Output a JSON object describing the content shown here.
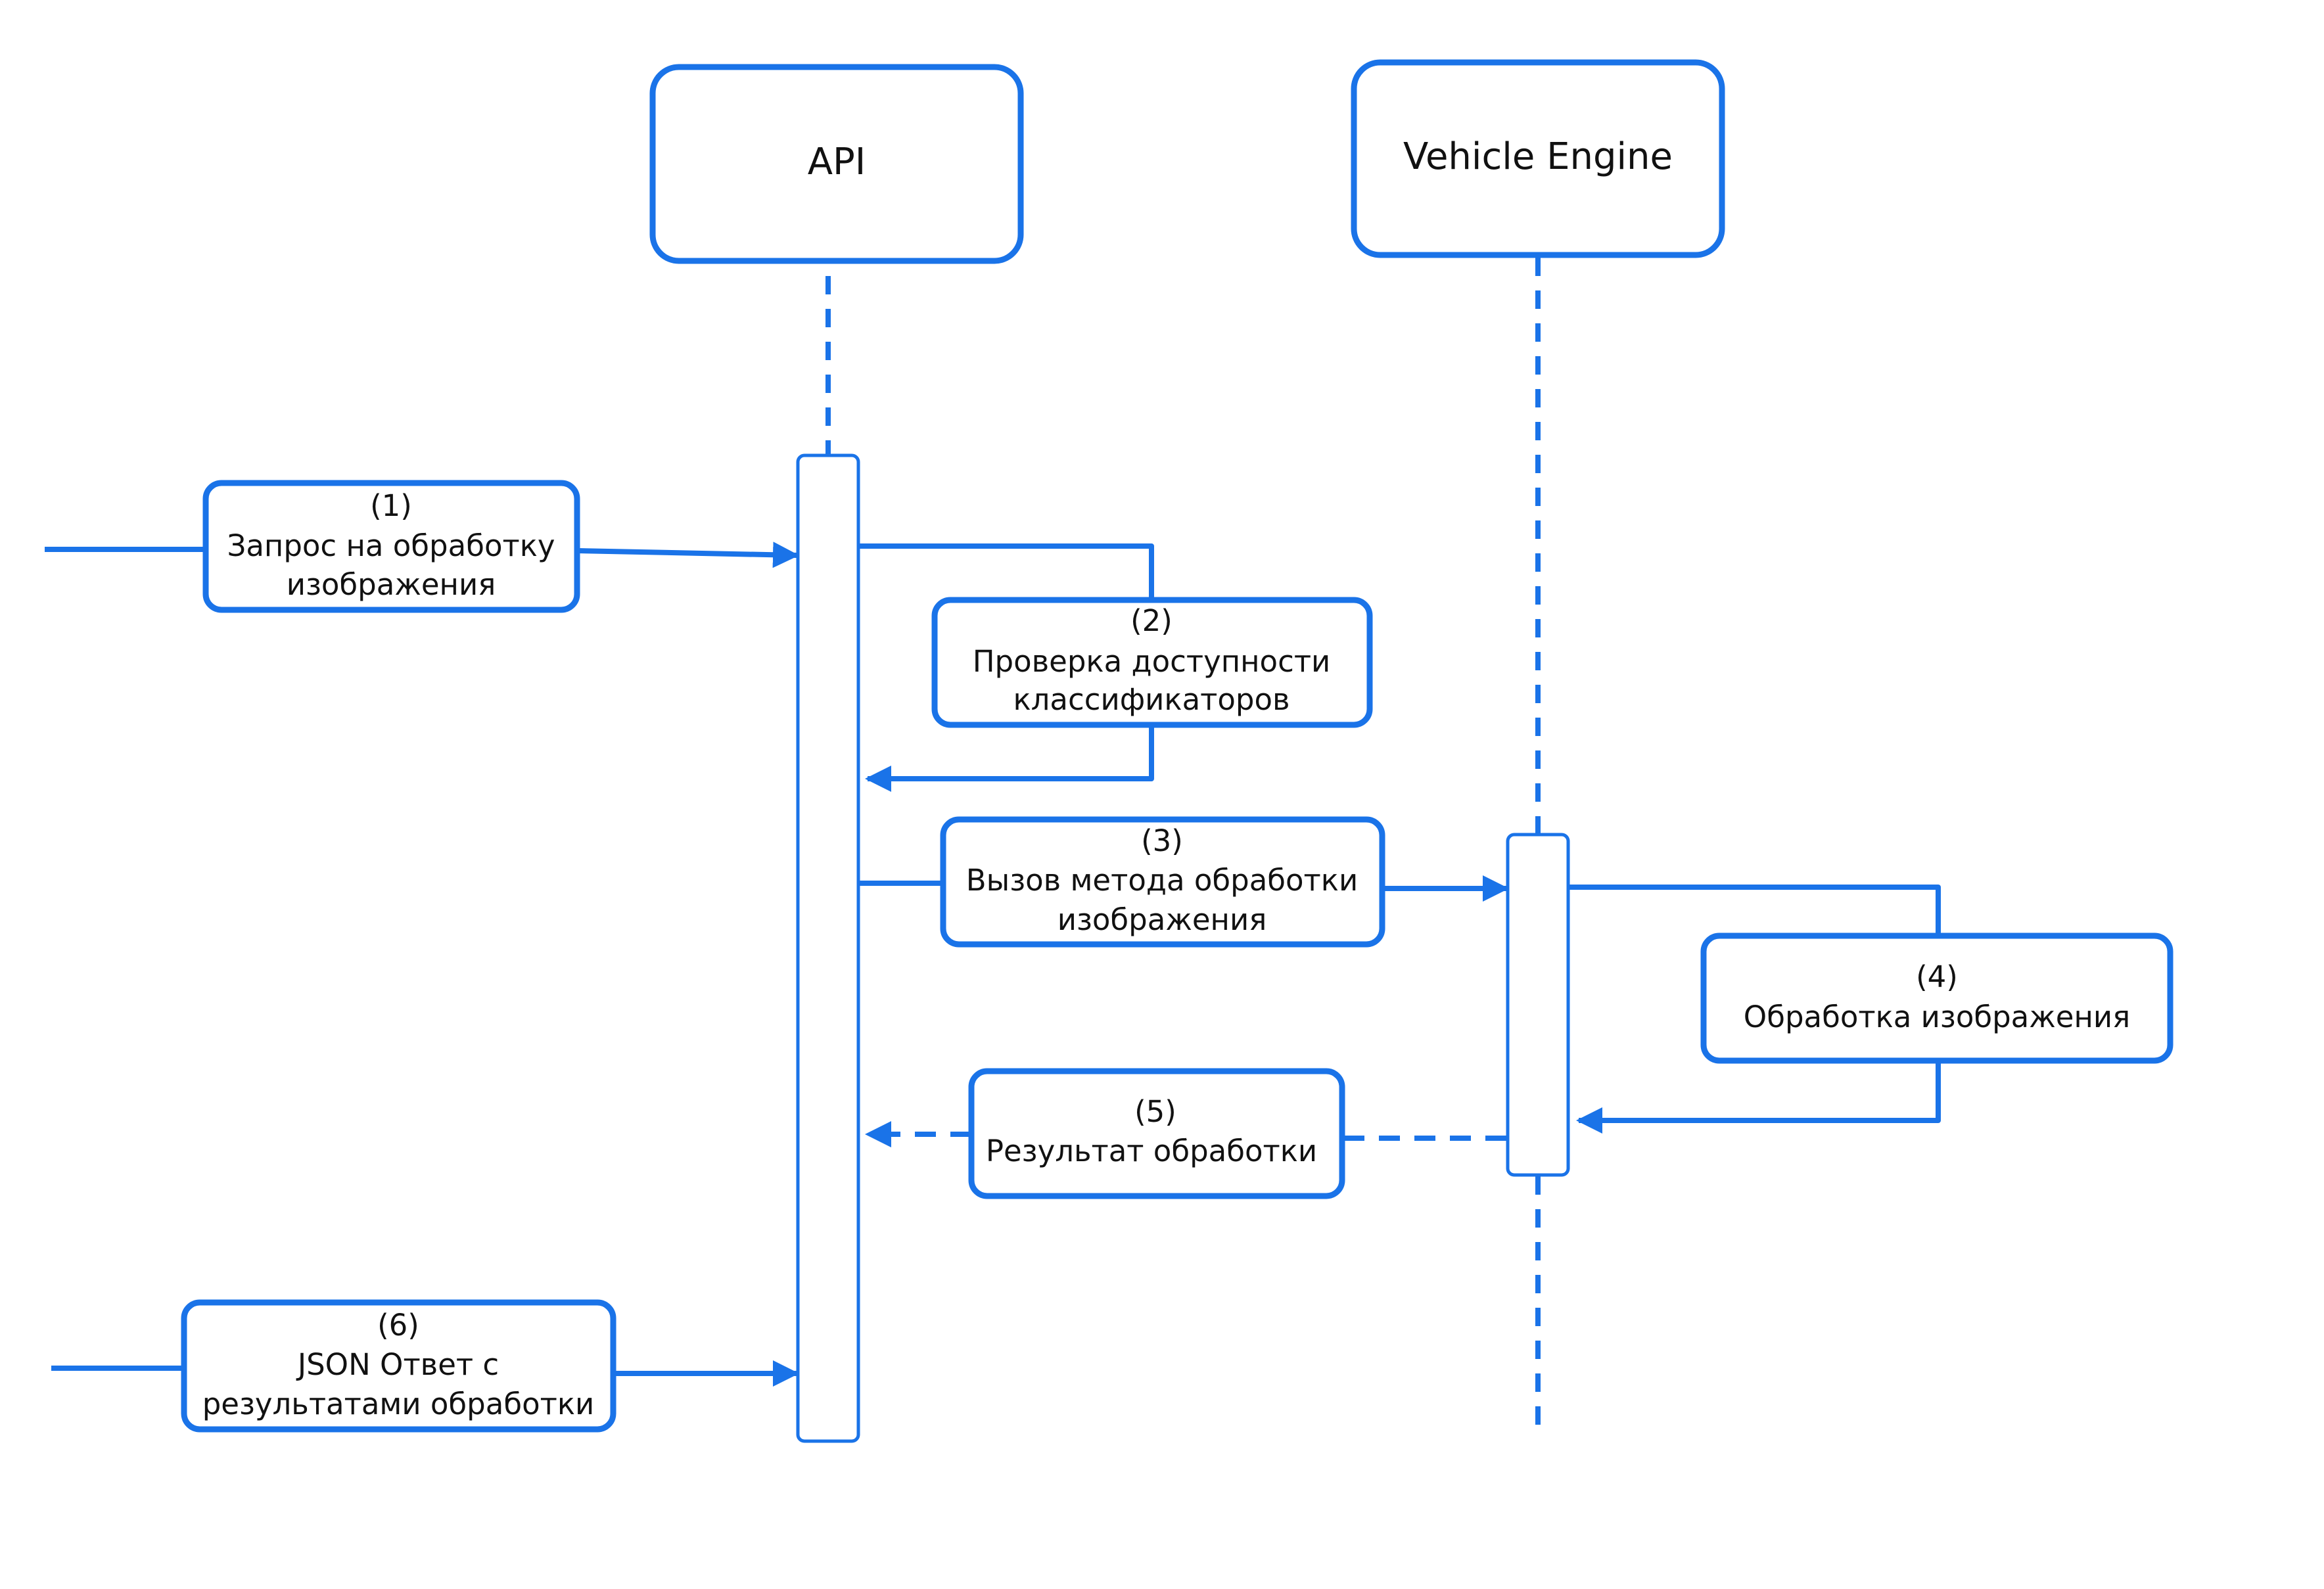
{
  "colors": {
    "accent": "#1a73e8",
    "background": "#ffffff",
    "text": "#111111"
  },
  "actors": [
    {
      "id": "api",
      "label": "API"
    },
    {
      "id": "engine",
      "label": "Vehicle Engine"
    }
  ],
  "messages": [
    {
      "num": "(1)",
      "lines": [
        "Запрос на обработку",
        "изображения"
      ],
      "style": "solid"
    },
    {
      "num": "(2)",
      "lines": [
        "Проверка доступности",
        "классификаторов"
      ],
      "style": "solid"
    },
    {
      "num": "(3)",
      "lines": [
        "Вызов метода обработки",
        "изображения"
      ],
      "style": "solid"
    },
    {
      "num": "(4)",
      "lines": [
        "Обработка изображения"
      ],
      "style": "solid"
    },
    {
      "num": "(5)",
      "lines": [
        "Результат обработки"
      ],
      "style": "dashed"
    },
    {
      "num": "(6)",
      "lines": [
        "JSON Ответ с",
        "результатами обработки"
      ],
      "style": "solid"
    }
  ]
}
